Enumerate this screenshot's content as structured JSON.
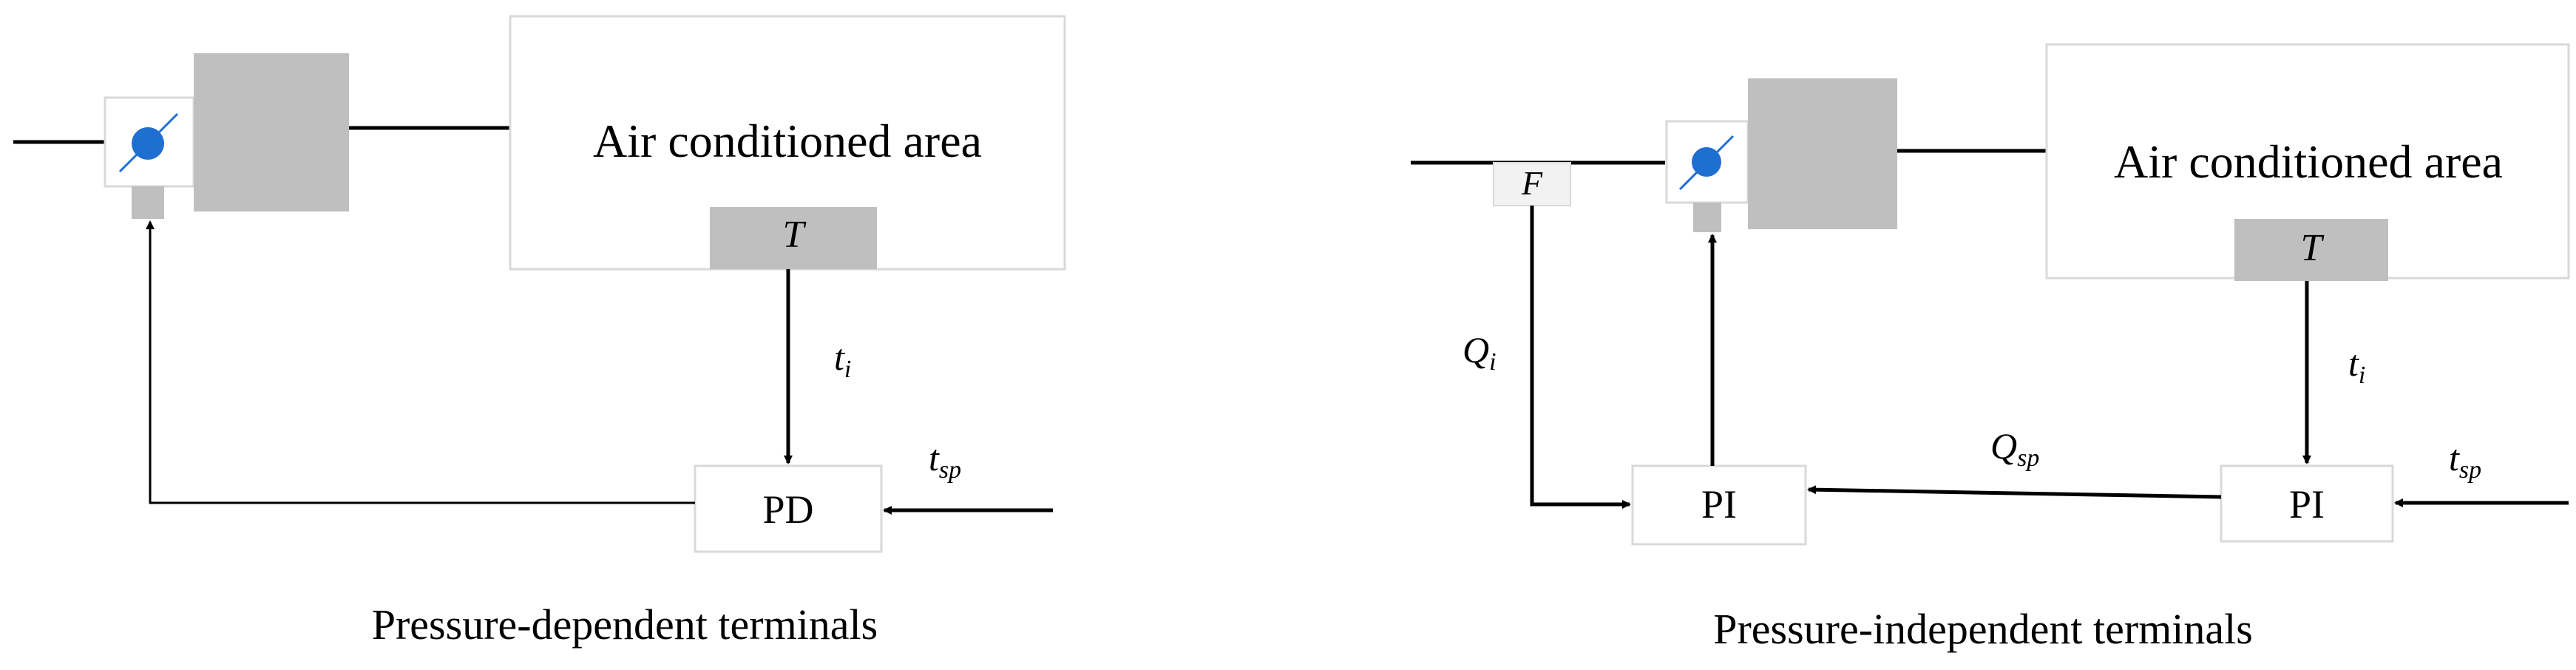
{
  "colors": {
    "block_fill": "#bfbfbf",
    "box_stroke": "#d9d9d9",
    "line": "#000000",
    "damper_dot": "#1f6fd1",
    "flow_sensor_fill": "#f2f2f2"
  },
  "icons": {
    "damper": "damper-icon"
  },
  "left": {
    "area_label": "Air conditioned area",
    "sensor_label": "T",
    "signal_label": "t",
    "signal_sub": "i",
    "setpoint_label": "t",
    "setpoint_sub": "sp",
    "controller_label": "PD",
    "caption": "Pressure-dependent terminals"
  },
  "right": {
    "area_label": "Air conditioned area",
    "sensor_label": "T",
    "signal_label": "t",
    "signal_sub": "i",
    "setpoint_label": "t",
    "setpoint_sub": "sp",
    "flow_sensor_label": "F",
    "flow_label": "Q",
    "flow_sub": "i",
    "flow_setpoint_label": "Q",
    "flow_setpoint_sub": "sp",
    "controller1_label": "PI",
    "controller2_label": "PI",
    "caption": "Pressure-independent terminals"
  }
}
